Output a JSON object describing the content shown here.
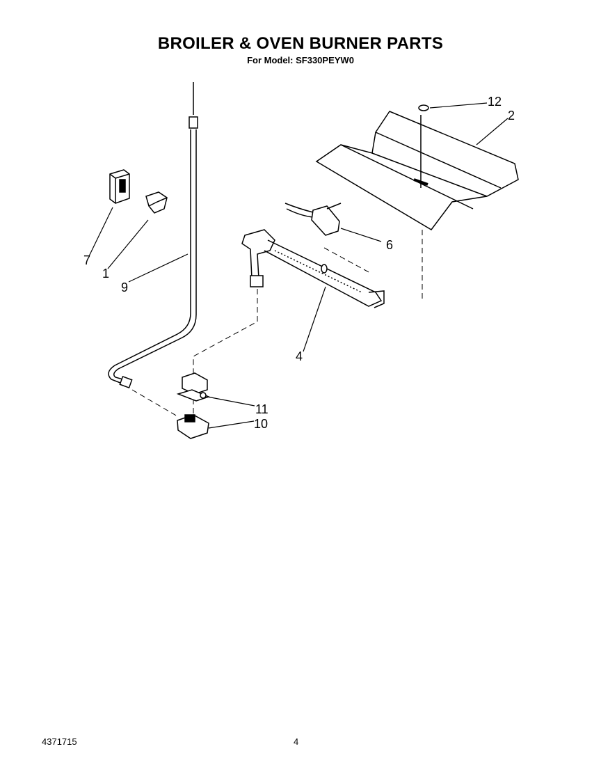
{
  "header": {
    "title": "BROILER & OVEN BURNER PARTS",
    "subtitle": "For Model: SF330PEYW0"
  },
  "callouts": [
    "12",
    "2",
    "7",
    "1",
    "9",
    "6",
    "4",
    "11",
    "10"
  ],
  "footer": {
    "part_number": "4371715",
    "page_number": "4"
  }
}
